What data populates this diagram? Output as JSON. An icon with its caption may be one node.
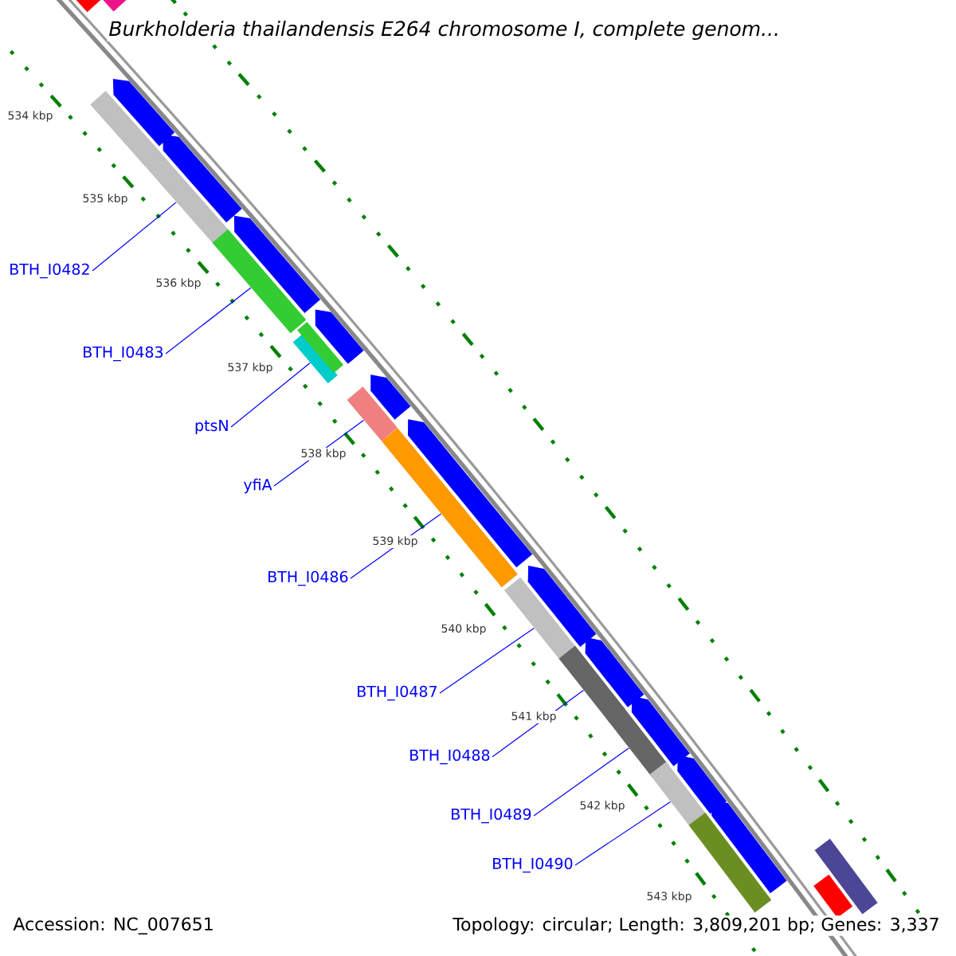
{
  "diagram": {
    "title": "Burkholderia thailandensis E264 chromosome I, complete genom...",
    "nodes": [
      {
        "text": [
          "BTH_I0482"
        ]
      },
      {
        "text": [
          "BTH_I0483"
        ]
      },
      {
        "text": [
          "ptsN"
        ]
      },
      {
        "text": [
          "yfiA"
        ]
      },
      {
        "text": [
          "BTH_I0486"
        ]
      },
      {
        "text": [
          "BTH_I0487"
        ]
      },
      {
        "text": [
          "BTH_I0488"
        ]
      },
      {
        "text": [
          "BTH_I0489"
        ]
      },
      {
        "text": [
          "BTH_I0490"
        ]
      },
      {
        "text": [],
        "shape": "bar"
      },
      {
        "text": [],
        "shape": "bar"
      },
      {
        "text": [],
        "shape": "bar"
      },
      {
        "text": [],
        "shape": "bar"
      },
      {
        "text": [],
        "shape": "bar"
      },
      {
        "text": [],
        "shape": "bar"
      },
      {
        "text": [],
        "shape": "bar"
      },
      {
        "text": [],
        "shape": "bar"
      },
      {
        "text": [],
        "shape": "bar"
      },
      {
        "text": [],
        "shape": "bar"
      },
      {
        "text": [],
        "shape": "bar"
      },
      {
        "text": [],
        "shape": "bar"
      },
      {
        "text": [],
        "shape": "bar"
      },
      {
        "text": [],
        "shape": "bar"
      },
      {
        "text": [],
        "shape": "bar"
      },
      {
        "text": [],
        "shape": "bar"
      },
      {
        "text": [],
        "shape": "bar"
      },
      {
        "text": [],
        "shape": "bar"
      },
      {
        "text": [],
        "shape": "bar"
      },
      {
        "text": [],
        "shape": "bar"
      },
      {
        "text": [],
        "shape": "bar"
      },
      {
        "text": [],
        "shape": "bar"
      },
      {
        "text": [],
        "shape": "bar"
      },
      {
        "text": [],
        "shape": "bar"
      },
      {
        "text": [],
        "shape": "bar"
      },
      {
        "text": [],
        "shape": "bar"
      },
      {
        "text": [],
        "shape": "bar"
      }
    ],
    "edges": [
      {
        "from": 0,
        "to": 9,
        "arrow": "none"
      },
      {
        "from": 1,
        "to": 10,
        "arrow": "none"
      },
      {
        "from": 2,
        "to": 11,
        "arrow": "none"
      },
      {
        "from": 3,
        "to": 12,
        "arrow": "none"
      },
      {
        "from": 4,
        "to": 13,
        "arrow": "none"
      },
      {
        "from": 5,
        "to": 14,
        "arrow": "none"
      },
      {
        "from": 6,
        "to": 15,
        "arrow": "none"
      },
      {
        "from": 7,
        "to": 16,
        "arrow": "none"
      },
      {
        "from": 8,
        "to": 17,
        "arrow": "none"
      }
    ],
    "labels": [
      "534 kbp",
      "535 kbp",
      "536 kbp",
      "537 kbp",
      "538 kbp",
      "539 kbp",
      "540 kbp",
      "541 kbp",
      "542 kbp",
      "543 kbp",
      "Accession: NC_007651",
      "Topology: circular; Length: 3,809,201 bp; Genes: 3,337"
    ]
  }
}
